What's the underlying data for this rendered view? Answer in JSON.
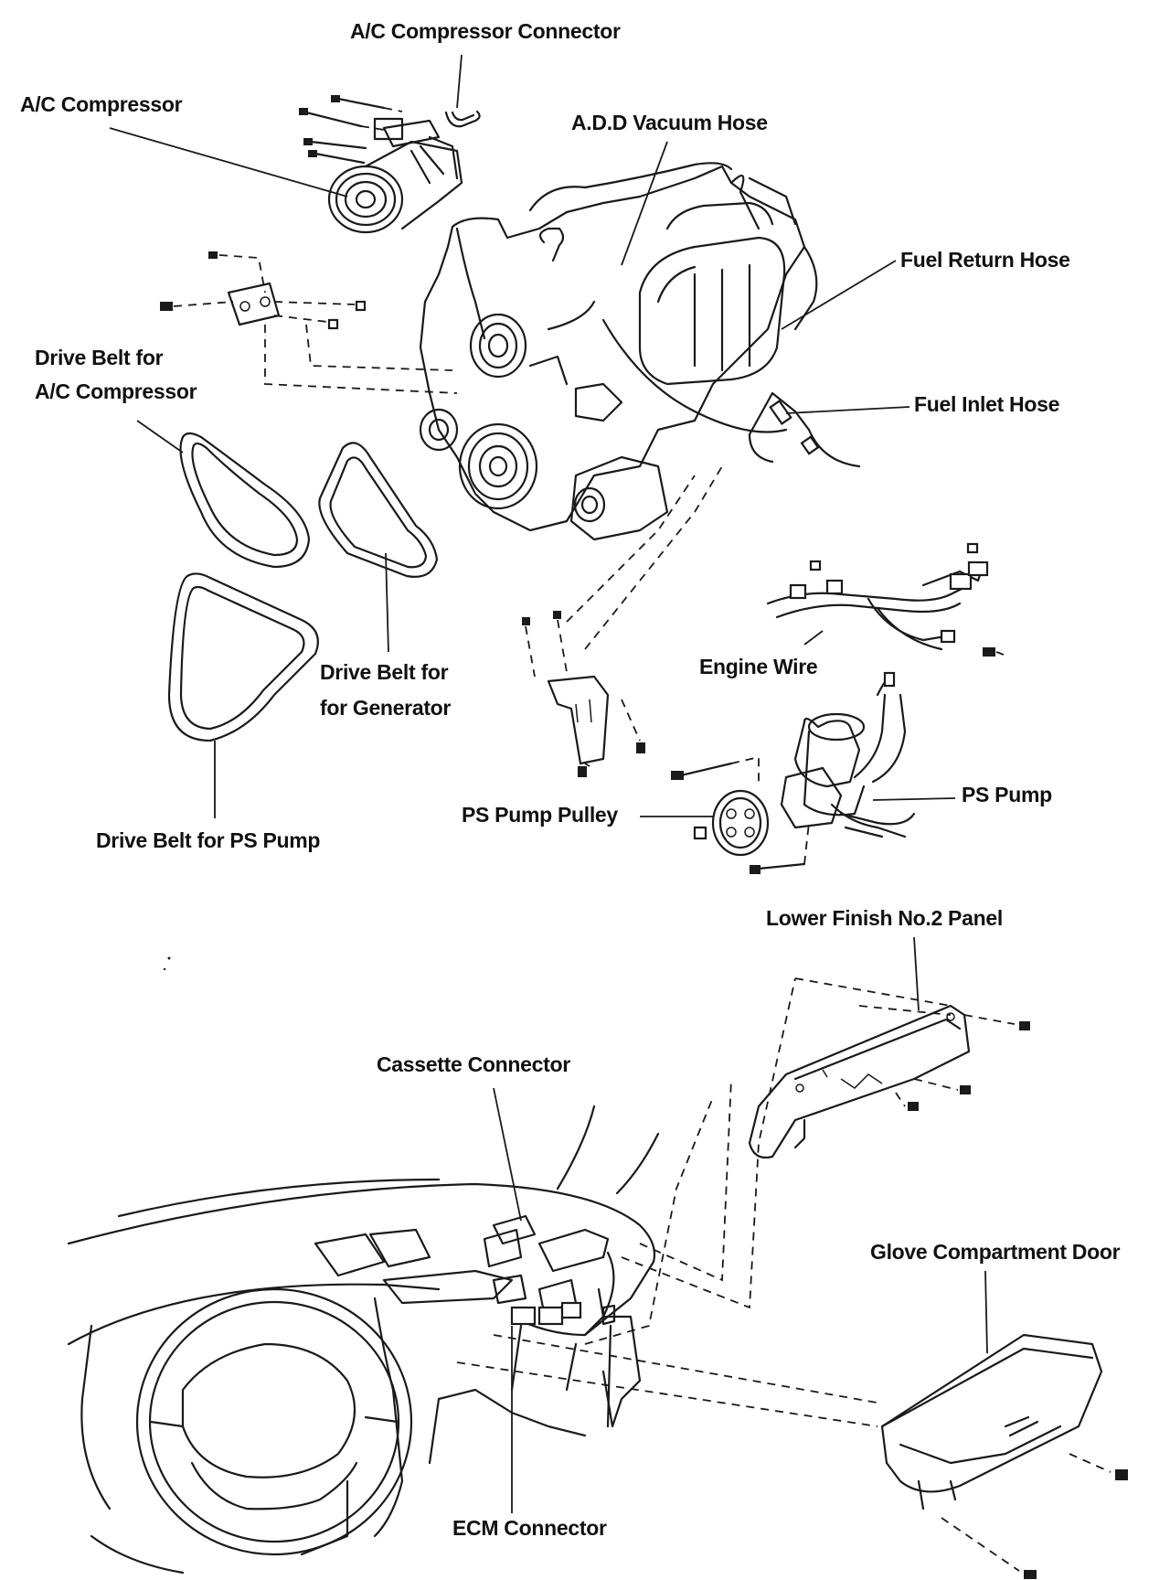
{
  "labels": {
    "ac_compressor_connector": "A/C Compressor Connector",
    "ac_compressor": "A/C Compressor",
    "add_vacuum_hose": "A.D.D Vacuum Hose",
    "fuel_return_hose": "Fuel Return Hose",
    "fuel_inlet_hose": "Fuel Inlet Hose",
    "drive_belt_ac_line1": "Drive Belt for",
    "drive_belt_ac_line2": "A/C Compressor",
    "drive_belt_gen_line1": "Drive Belt for",
    "drive_belt_gen_line2": "for Generator",
    "drive_belt_ps": "Drive Belt for PS Pump",
    "engine_wire": "Engine Wire",
    "ps_pump_pulley": "PS Pump Pulley",
    "ps_pump": "PS Pump",
    "lower_finish_panel": "Lower Finish No.2 Panel",
    "cassette_connector": "Cassette Connector",
    "glove_compartment_door": "Glove Compartment Door",
    "ecm_connector": "ECM Connector"
  },
  "colors": {
    "ink": "#1a1a1a",
    "background": "#ffffff"
  }
}
